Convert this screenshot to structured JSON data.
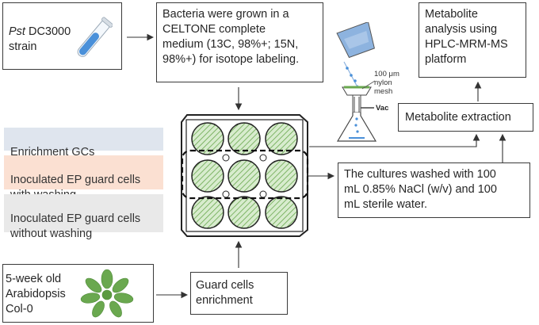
{
  "strain": {
    "prefix": "Pst",
    "label": " DC3000\nstrain"
  },
  "growth": {
    "text": "Bacteria were grown in a\nCELTONE complete\nmedium (13C, 98%+; 15N,\n98%+) for isotope labeling."
  },
  "analysis": {
    "text": "Metabolite\nanalysis using\nHPLC-MRM-MS\nplatform"
  },
  "filter": {
    "mesh_label": "100 μm\nnylon\nmesh",
    "vac_label": "Vac"
  },
  "extraction": {
    "text": "Metabolite extraction"
  },
  "washing": {
    "text": "The cultures washed with 100\nmL 0.85% NaCl (w/v) and 100\nmL sterile water."
  },
  "categories": [
    {
      "label": "Enrichment GCs",
      "color": "#dfe5ee"
    },
    {
      "label": "Inoculated  EP guard cells\nwith washing",
      "color": "#fbe0d2"
    },
    {
      "label": "Inoculated EP guard cells\nwithout washing",
      "color": "#e9e9e9"
    }
  ],
  "plant": {
    "text": "5-week old\nArabidopsis\nCol-0"
  },
  "guard": {
    "text": "Guard cells\nenrichment"
  },
  "colors": {
    "well_fill": "#b9dca8",
    "well_hatch": "#6aa84f",
    "tube": "#4a90d9"
  }
}
